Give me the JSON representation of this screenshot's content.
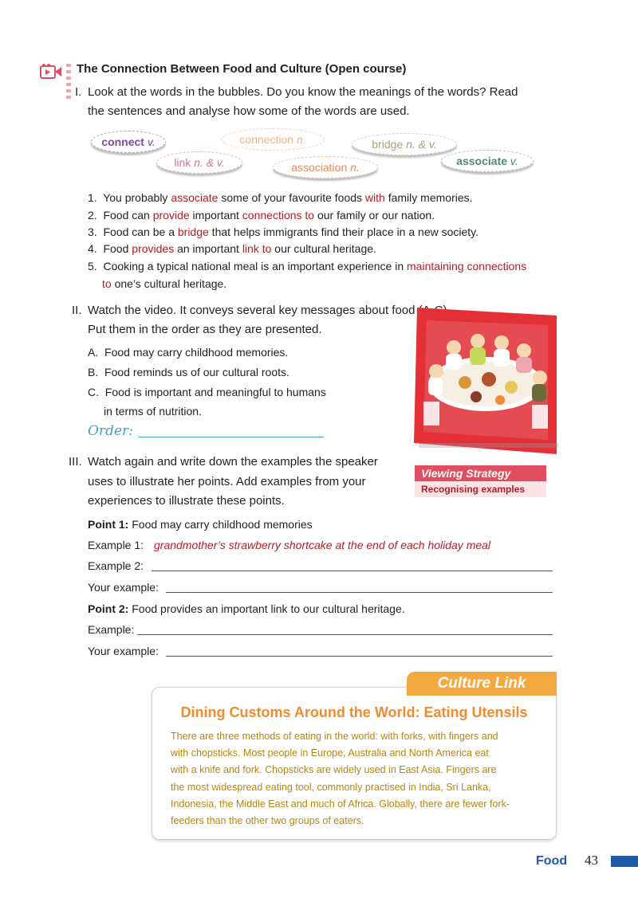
{
  "section_title": "The Connection Between Food and Culture (Open course)",
  "q1": {
    "num": "I.",
    "line1": "Look at the words in the bubbles. Do you know the meanings of the words? Read",
    "line2": "the sentences and analyse how some of the words are used."
  },
  "bubbles": [
    {
      "word": "connect",
      "pos": "v.",
      "color": "#7b4d9e"
    },
    {
      "word": "connection",
      "pos": "n.",
      "color": "#f4b183"
    },
    {
      "word": "bridge",
      "pos": "n. & v.",
      "color": "#a8a27a"
    },
    {
      "word": "link",
      "pos": "n. & v.",
      "color": "#d07a8a"
    },
    {
      "word": "association",
      "pos": "n.",
      "color": "#e88a5a"
    },
    {
      "word": "associate",
      "pos": "v.",
      "color": "#4f8a6e"
    }
  ],
  "sentences": [
    {
      "n": "1.",
      "parts": [
        "You probably ",
        "associate",
        " some of your favourite foods ",
        "with",
        " family memories."
      ]
    },
    {
      "n": "2.",
      "parts": [
        "Food can ",
        "provide",
        " important ",
        "connections to",
        " our family or our nation."
      ]
    },
    {
      "n": "3.",
      "parts": [
        "Food can be a ",
        "bridge",
        " that helps immigrants find their place in a new society."
      ]
    },
    {
      "n": "4.",
      "parts": [
        "Food ",
        "provides",
        " an important ",
        "link to",
        " our cultural heritage."
      ]
    },
    {
      "n": "5.",
      "parts": [
        "Cooking a typical national meal is an important experience in ",
        "maintaining connections",
        ""
      ],
      "cont": [
        "to",
        " one’s cultural heritage."
      ]
    }
  ],
  "q2": {
    "num": "II.",
    "line1": "Watch the video. It conveys several key messages about food (A-C).",
    "line2": "Put them in the order as they are presented.",
    "options": [
      {
        "n": "A.",
        "text": "Food may carry childhood memories."
      },
      {
        "n": "B.",
        "text": "Food reminds us of our cultural roots."
      },
      {
        "n": "C.",
        "text": "Food is important and meaningful to humans",
        "cont": "in terms of nutrition."
      }
    ],
    "order_label": "Order:"
  },
  "q3": {
    "num": "III.",
    "line1": "Watch again and write down the examples the speaker",
    "line2": "uses to illustrate her points. Add examples from your",
    "line3": "experiences to illustrate these points."
  },
  "strategy": {
    "title": "Viewing Strategy",
    "sub": "Recognising examples"
  },
  "points": {
    "p1_label": "Point 1:",
    "p1_text": " Food may carry childhood memories",
    "ex1_label": "Example 1:",
    "ex1_answer": "grandmother’s strawberry shortcake at the end of each holiday meal",
    "ex2_label": "Example 2:",
    "your1_label": "Your example:",
    "p2_label": "Point 2:",
    "p2_text": " Food provides an important link to our cultural heritage.",
    "ex_label": "Example:",
    "your2_label": "Your example:"
  },
  "culture_link": {
    "tab": "Culture Link",
    "title": "Dining Customs Around the World: Eating Utensils",
    "lines": [
      "There are three methods of eating in the world: with forks, with fingers and",
      "with chopsticks. Most people in Europe, Australia and North America eat",
      "with a knife and fork. Chopsticks are widely used in East Asia. Fingers are",
      "the most widespread eating tool, commonly practised in India, Sri Lanka,",
      "Indonesia, the Middle East and much of Africa. Globally, there are fewer fork-",
      "feeders than the other two groups of eaters."
    ]
  },
  "footer": {
    "section": "Food",
    "page": "43"
  },
  "colors": {
    "accent_red": "#b01f24",
    "culture_orange": "#f4a940",
    "footer_blue": "#1f5aa6"
  }
}
